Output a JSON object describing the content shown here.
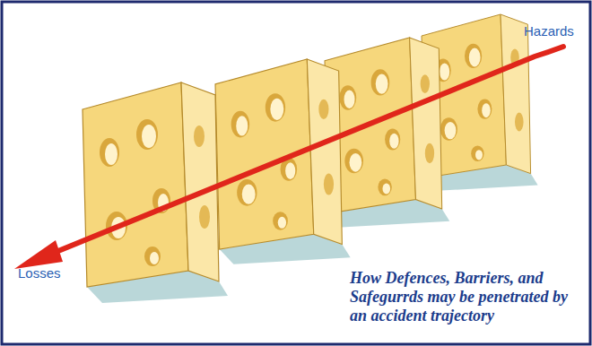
{
  "diagram": {
    "caption": "How Defences, Barriers, and Safegurrds may be penetrated by an accident trajectory",
    "labels": [
      "Hazards",
      "Losses"
    ]
  }
}
